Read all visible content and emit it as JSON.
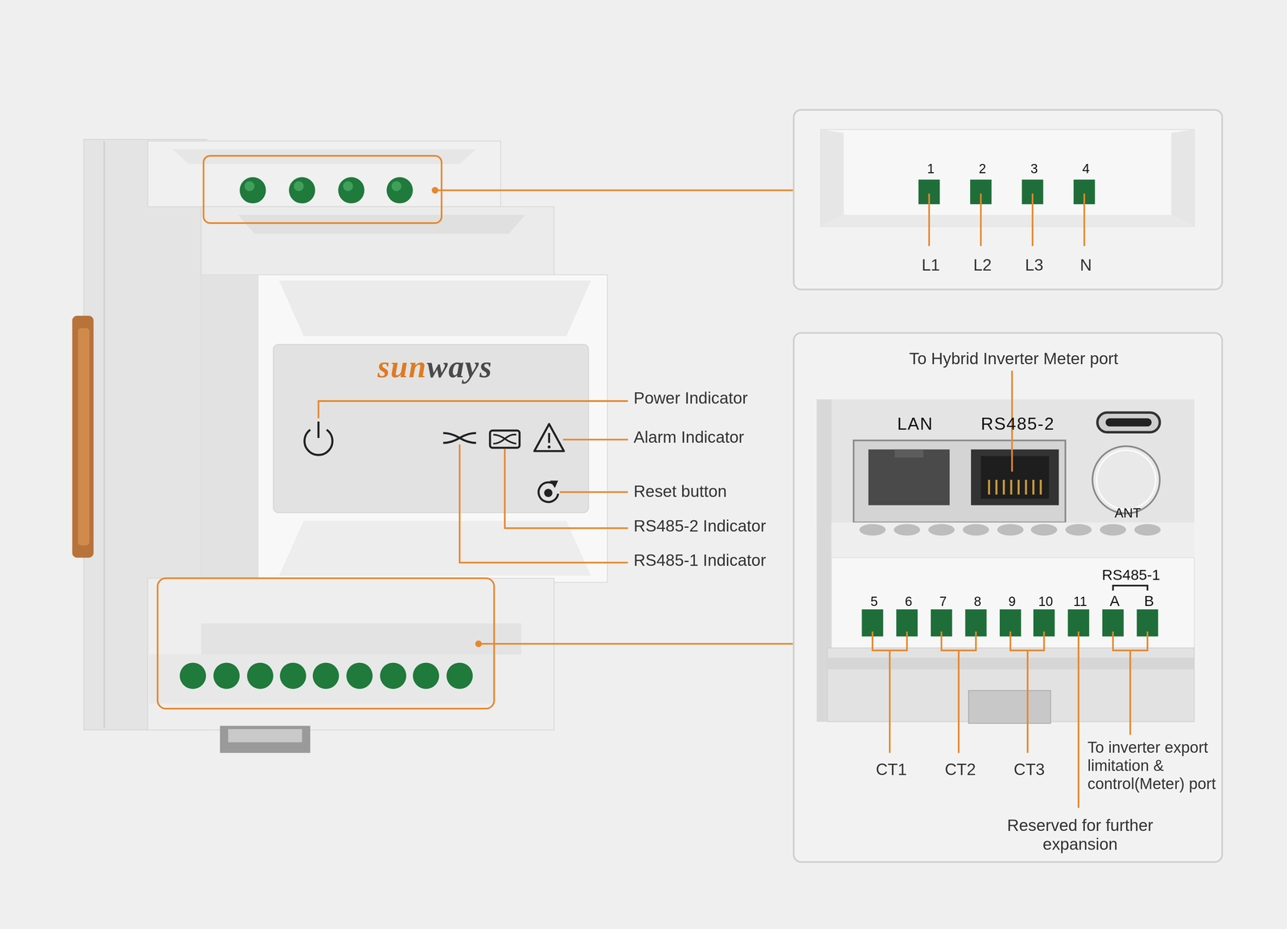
{
  "diagram": {
    "nodes": [
      {
        "text": [
          "sunways"
        ]
      },
      {
        "text": [
          "1",
          "2",
          "3",
          "4",
          "L1",
          "L2",
          "L3",
          "N"
        ]
      },
      {
        "text": [
          "To Hybrid Inverter Meter port",
          "LAN",
          "RS485-2",
          "ANT",
          "RS485-1",
          "A",
          "B",
          "5",
          "6",
          "7",
          "8",
          "9",
          "10",
          "11",
          "CT1",
          "CT2",
          "CT3",
          "To inverter export limitation & control(Meter) port",
          "Reserved for further expansion"
        ]
      }
    ],
    "labels": [
      "Power Indicator",
      "Alarm Indicator",
      "Reset button",
      "RS485-2 Indicator",
      "RS485-1 Indicator"
    ]
  }
}
